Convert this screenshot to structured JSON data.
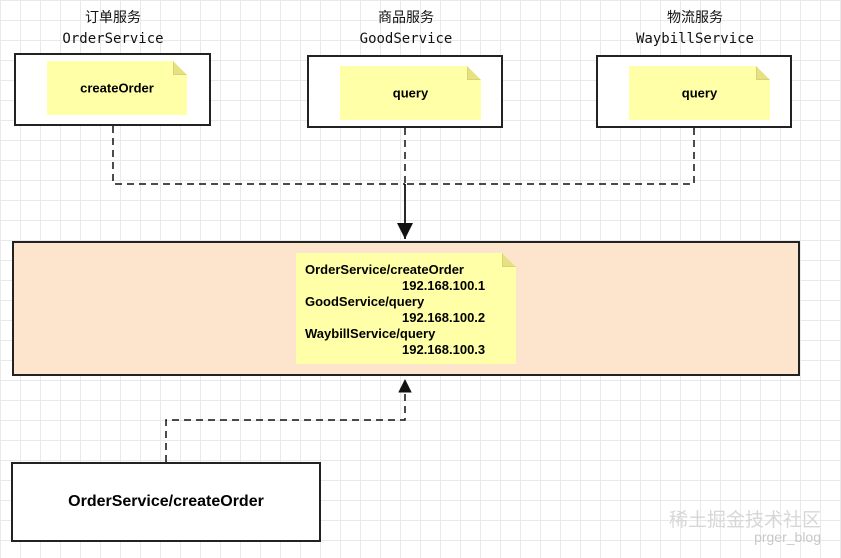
{
  "services": [
    {
      "title_cn": "订单服务",
      "title_en": "OrderService",
      "method": "createOrder"
    },
    {
      "title_cn": "商品服务",
      "title_en": "GoodService",
      "method": "query"
    },
    {
      "title_cn": "物流服务",
      "title_en": "WaybillService",
      "method": "query"
    }
  ],
  "registry": {
    "entries": [
      {
        "service": "OrderService/createOrder",
        "ip": "192.168.100.1"
      },
      {
        "service": "GoodService/query",
        "ip": "192.168.100.2"
      },
      {
        "service": "WaybillService/query",
        "ip": "192.168.100.3"
      }
    ]
  },
  "client": {
    "label": "OrderService/createOrder"
  },
  "watermark": {
    "text": "稀土掘金技术社区",
    "sub": "prger_blog"
  }
}
